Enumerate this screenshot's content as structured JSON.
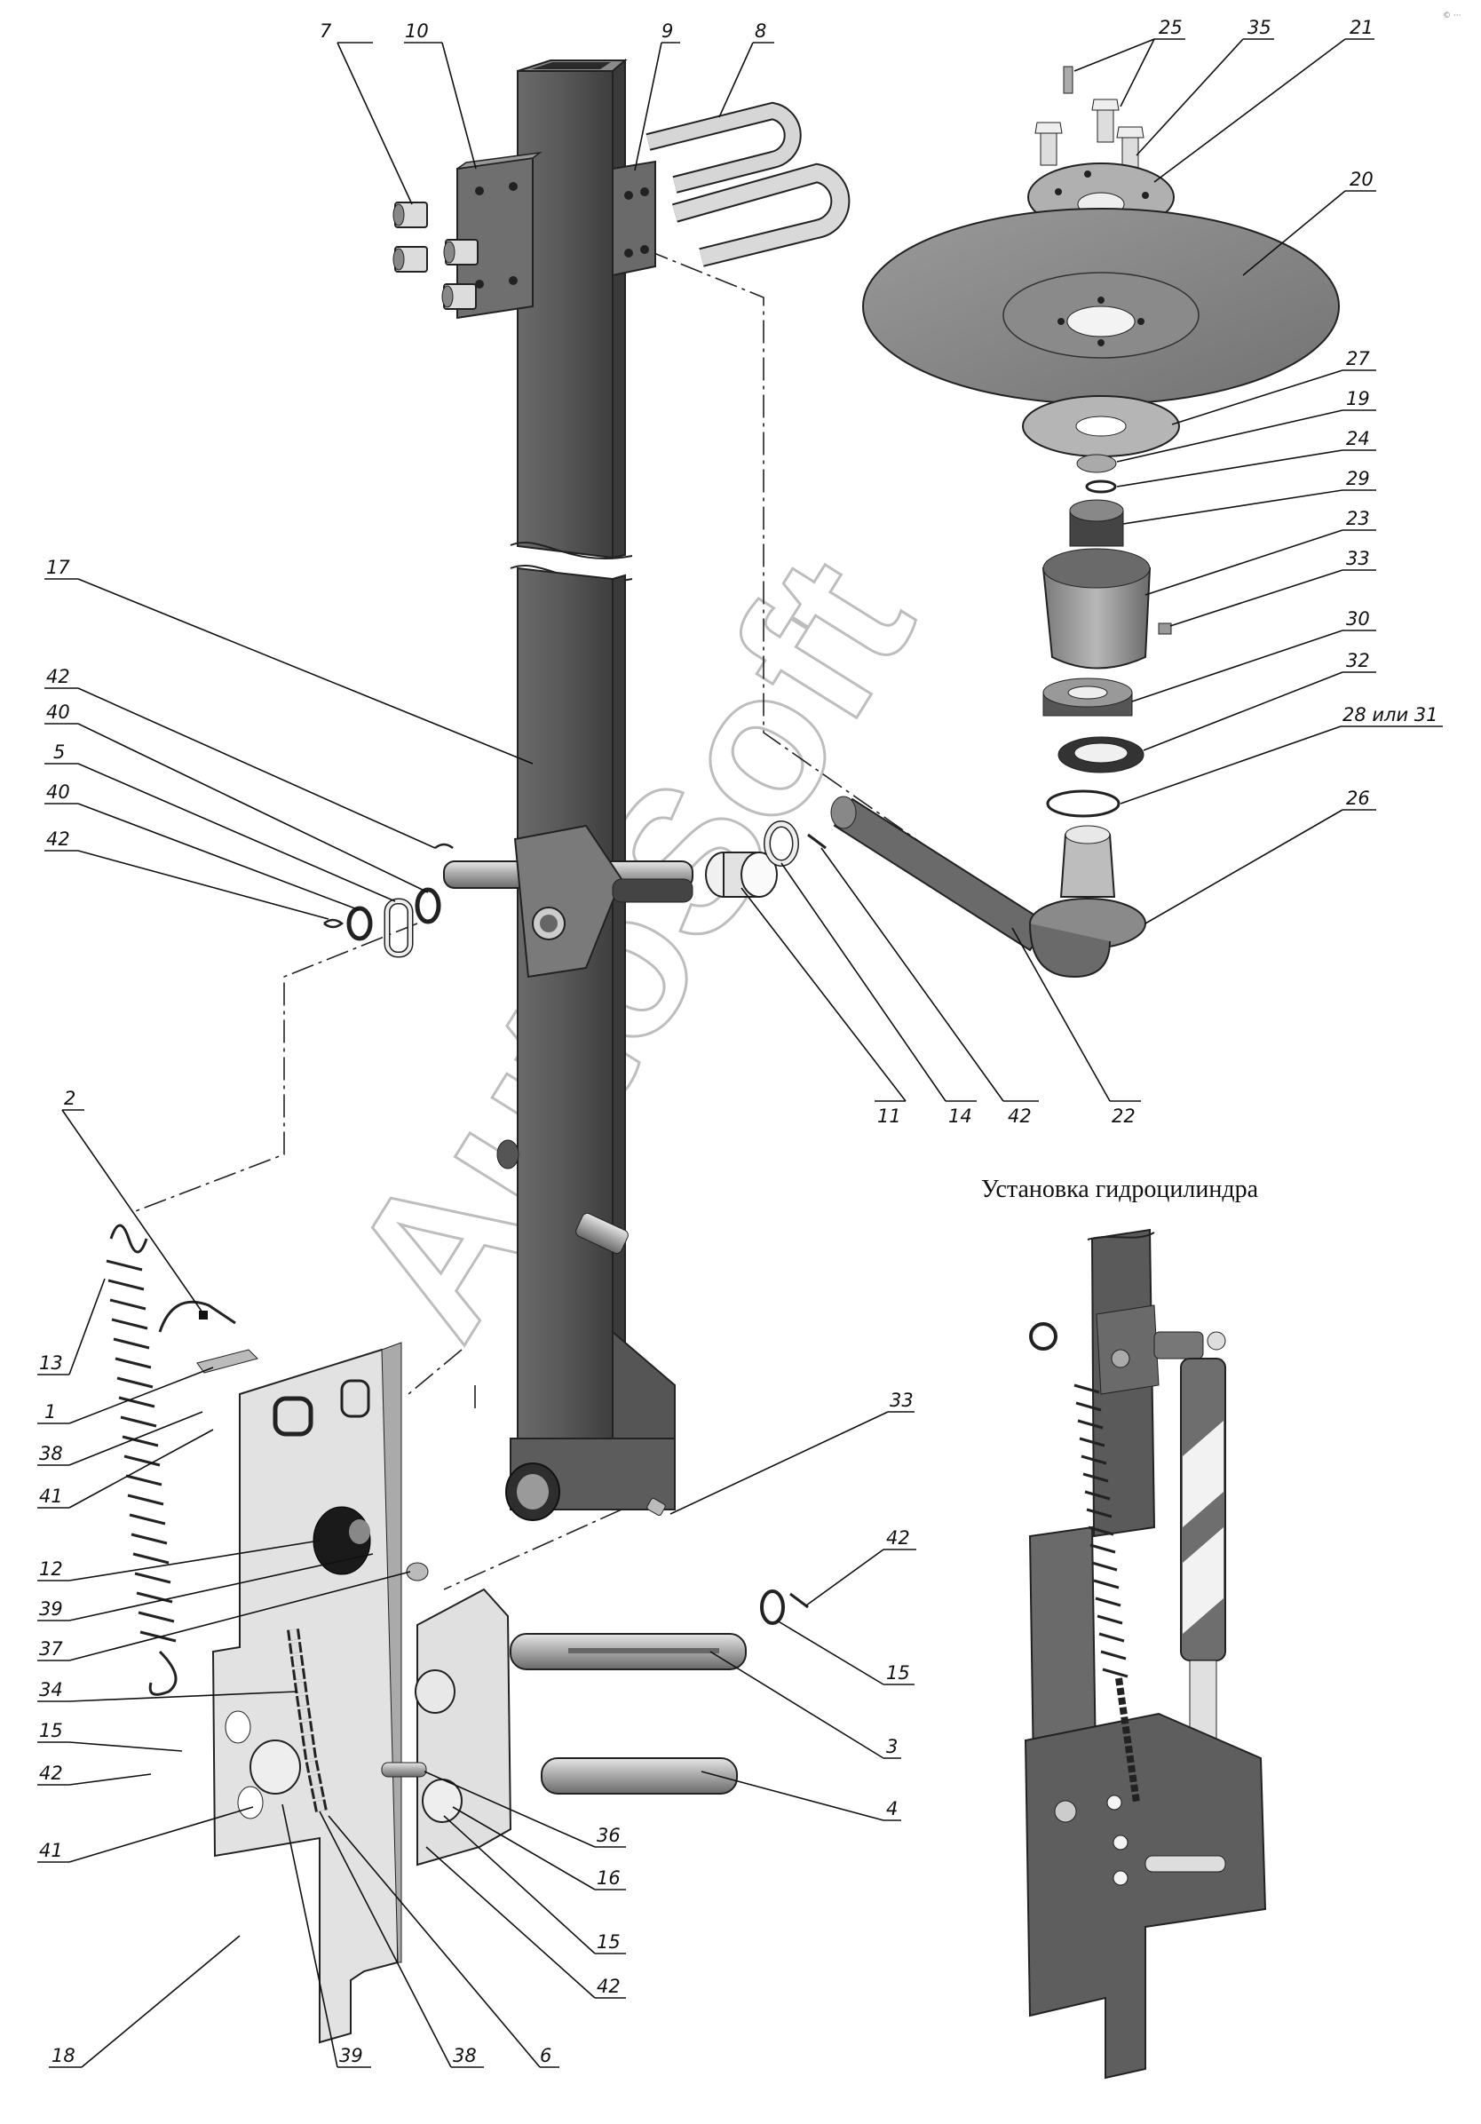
{
  "watermark": "AutoSoft",
  "inset_title": "Установка гидроцилиндра",
  "corner_mark": "© ···",
  "colors": {
    "metal_dark": "#5c5c5c",
    "metal_mid": "#8a8a8a",
    "metal_light": "#c9c9c9",
    "plate_translucent": "#d8d8d8",
    "line": "#111111",
    "stripe_light": "#f2f2f2"
  },
  "callouts": [
    {
      "id": "c7",
      "text": "7"
    },
    {
      "id": "c10",
      "text": "10"
    },
    {
      "id": "c9",
      "text": "9"
    },
    {
      "id": "c8",
      "text": "8"
    },
    {
      "id": "c25",
      "text": "25"
    },
    {
      "id": "c35",
      "text": "35"
    },
    {
      "id": "c21",
      "text": "21"
    },
    {
      "id": "c20",
      "text": "20"
    },
    {
      "id": "c27",
      "text": "27"
    },
    {
      "id": "c19",
      "text": "19"
    },
    {
      "id": "c24",
      "text": "24"
    },
    {
      "id": "c29",
      "text": "29"
    },
    {
      "id": "c23",
      "text": "23"
    },
    {
      "id": "c33a",
      "text": "33"
    },
    {
      "id": "c30",
      "text": "30"
    },
    {
      "id": "c32",
      "text": "32"
    },
    {
      "id": "c28",
      "text": "28 или 31"
    },
    {
      "id": "c26",
      "text": "26"
    },
    {
      "id": "c17",
      "text": "17"
    },
    {
      "id": "c42a",
      "text": "42"
    },
    {
      "id": "c40a",
      "text": "40"
    },
    {
      "id": "c5",
      "text": "5"
    },
    {
      "id": "c40b",
      "text": "40"
    },
    {
      "id": "c42b",
      "text": "42"
    },
    {
      "id": "c11",
      "text": "11"
    },
    {
      "id": "c14",
      "text": "14"
    },
    {
      "id": "c42c",
      "text": "42"
    },
    {
      "id": "c22",
      "text": "22"
    },
    {
      "id": "c2",
      "text": "2"
    },
    {
      "id": "c13",
      "text": "13"
    },
    {
      "id": "c1",
      "text": "1"
    },
    {
      "id": "c38a",
      "text": "38"
    },
    {
      "id": "c41a",
      "text": "41"
    },
    {
      "id": "c12",
      "text": "12"
    },
    {
      "id": "c39a",
      "text": "39"
    },
    {
      "id": "c37",
      "text": "37"
    },
    {
      "id": "c34",
      "text": "34"
    },
    {
      "id": "c15a",
      "text": "15"
    },
    {
      "id": "c42d",
      "text": "42"
    },
    {
      "id": "c41b",
      "text": "41"
    },
    {
      "id": "c18",
      "text": "18"
    },
    {
      "id": "c39b",
      "text": "39"
    },
    {
      "id": "c38b",
      "text": "38"
    },
    {
      "id": "c6",
      "text": "6"
    },
    {
      "id": "c33b",
      "text": "33"
    },
    {
      "id": "c42e",
      "text": "42"
    },
    {
      "id": "c15b",
      "text": "15"
    },
    {
      "id": "c3",
      "text": "3"
    },
    {
      "id": "c4",
      "text": "4"
    },
    {
      "id": "c36",
      "text": "36"
    },
    {
      "id": "c16",
      "text": "16"
    },
    {
      "id": "c15c",
      "text": "15"
    },
    {
      "id": "c42f",
      "text": "42"
    }
  ]
}
